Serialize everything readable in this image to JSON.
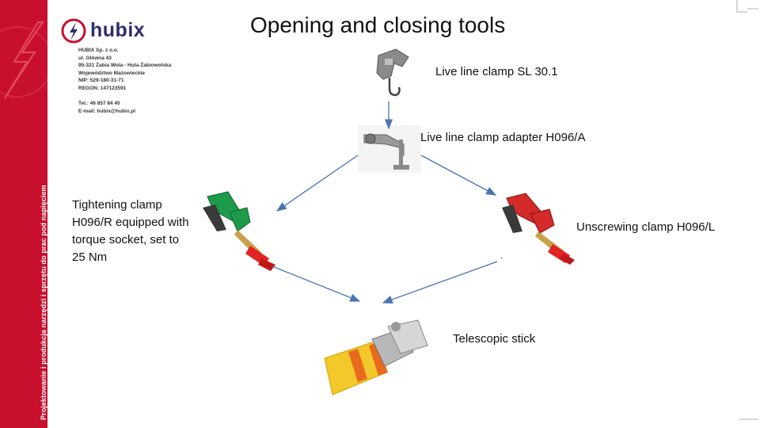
{
  "sidebar": {
    "text": "Projektowanie i produkcja narzędzi i sprzętu do prac pod napięciem"
  },
  "logo": {
    "text": "hubix"
  },
  "address": {
    "lines": [
      "HUBIX Sp. z o.o.",
      "ul. Główna 43",
      "95-321 Żabia Wola - Huta Żabiowolska",
      "Województwo Mazowieckie",
      "NIP: 529-180-31-71",
      "REGON: 147123591",
      "",
      "Tel.: 46 857 84 40",
      "E-mail: hubix@hubix.pl"
    ]
  },
  "title": "Opening and closing tools",
  "labels": {
    "clamp": "Live line clamp SL 30.1",
    "adapter": "Live line clamp adapter H096/A",
    "tightening": "Tightening clamp H096/R equipped with torque socket, set to 25 Nm",
    "unscrewing": "Unscrewing clamp H096/L",
    "stick": "Telescopic stick",
    "dot": "."
  },
  "colors": {
    "brand_red": "#c8102e",
    "arrow": "#4a74b4",
    "logo_navy": "#2e2e6e"
  }
}
